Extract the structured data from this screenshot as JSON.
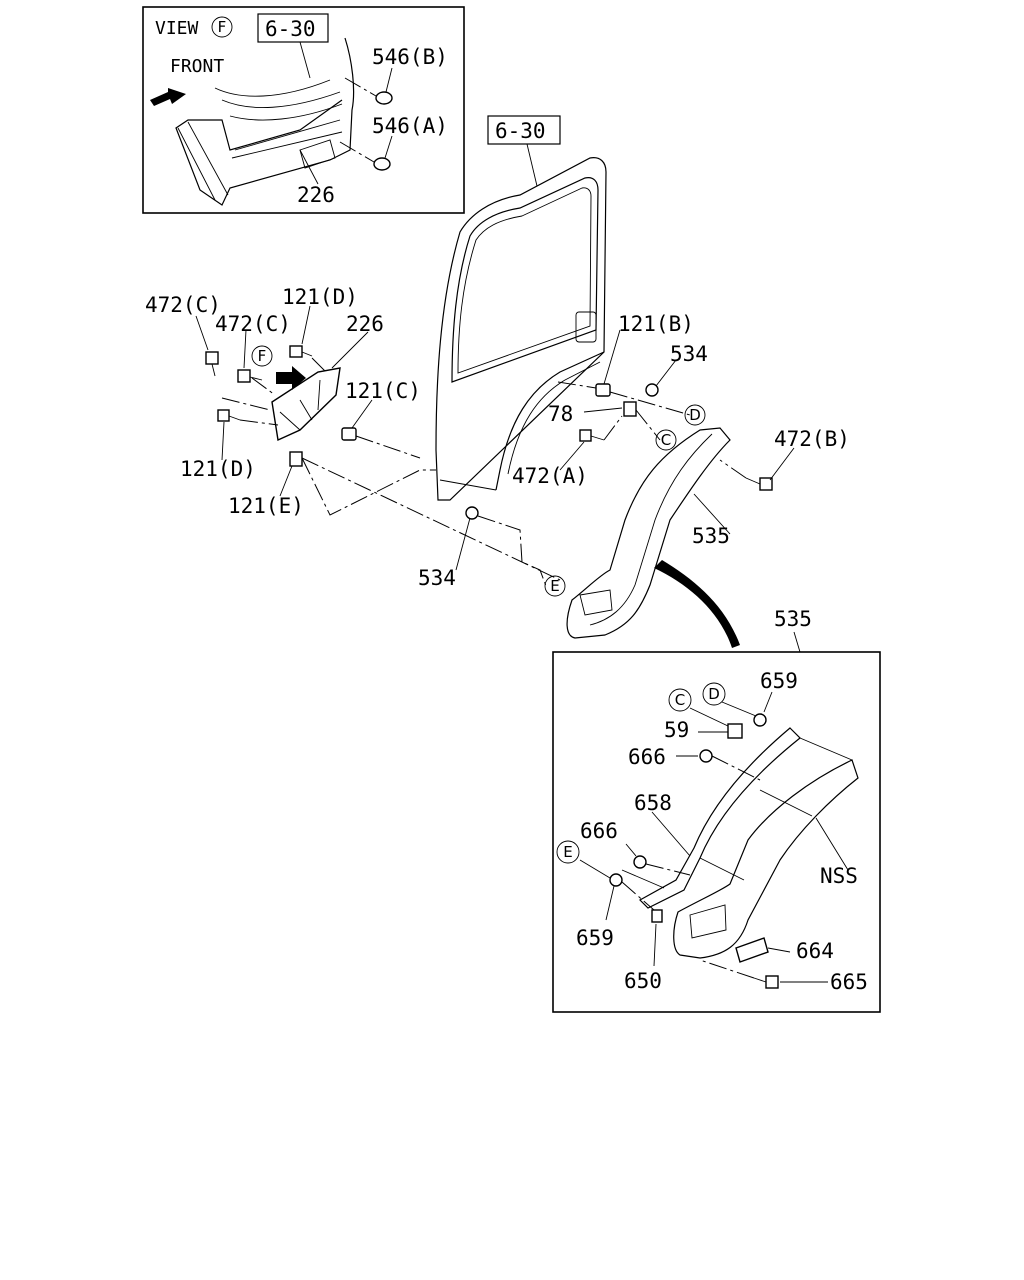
{
  "inset_view": {
    "view_label": "VIEW",
    "view_marker": "F",
    "ref_box": "6-30",
    "front_label": "FRONT",
    "labels": [
      "546(B)",
      "546(A)",
      "226"
    ]
  },
  "main": {
    "ref_box": "6-30",
    "labels": {
      "l472c_a": "472(C)",
      "l472c_b": "472(C)",
      "l121d_a": "121(D)",
      "l226": "226",
      "lF": "F",
      "l121c": "121(C)",
      "l121d_b": "121(D)",
      "l121e": "121(E)",
      "l534_a": "534",
      "l121b": "121(B)",
      "l534_b": "534",
      "l78": "78",
      "lD": "D",
      "lC": "C",
      "l472a": "472(A)",
      "l472b": "472(B)",
      "l535": "535",
      "lE": "E"
    }
  },
  "detail_view": {
    "title": "535",
    "labels": {
      "cC": "C",
      "cD": "D",
      "l659_a": "659",
      "l59": "59",
      "l666_a": "666",
      "l658": "658",
      "l666_b": "666",
      "cE": "E",
      "l659_b": "659",
      "l650": "650",
      "lNSS": "NSS",
      "l664": "664",
      "l665": "665"
    }
  }
}
